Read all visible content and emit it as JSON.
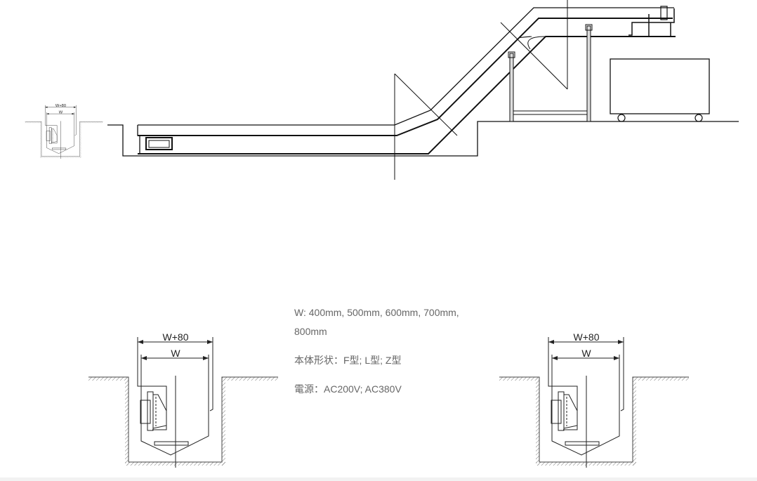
{
  "drawing": {
    "dim_outer": "W+80",
    "dim_inner": "W"
  },
  "specs": {
    "width_line1": "W: 400mm, 500mm, 600mm, 700mm,",
    "width_line2": "800mm",
    "shape": "本体形状：F型; L型; Z型",
    "power": "電源：AC200V; AC380V"
  }
}
